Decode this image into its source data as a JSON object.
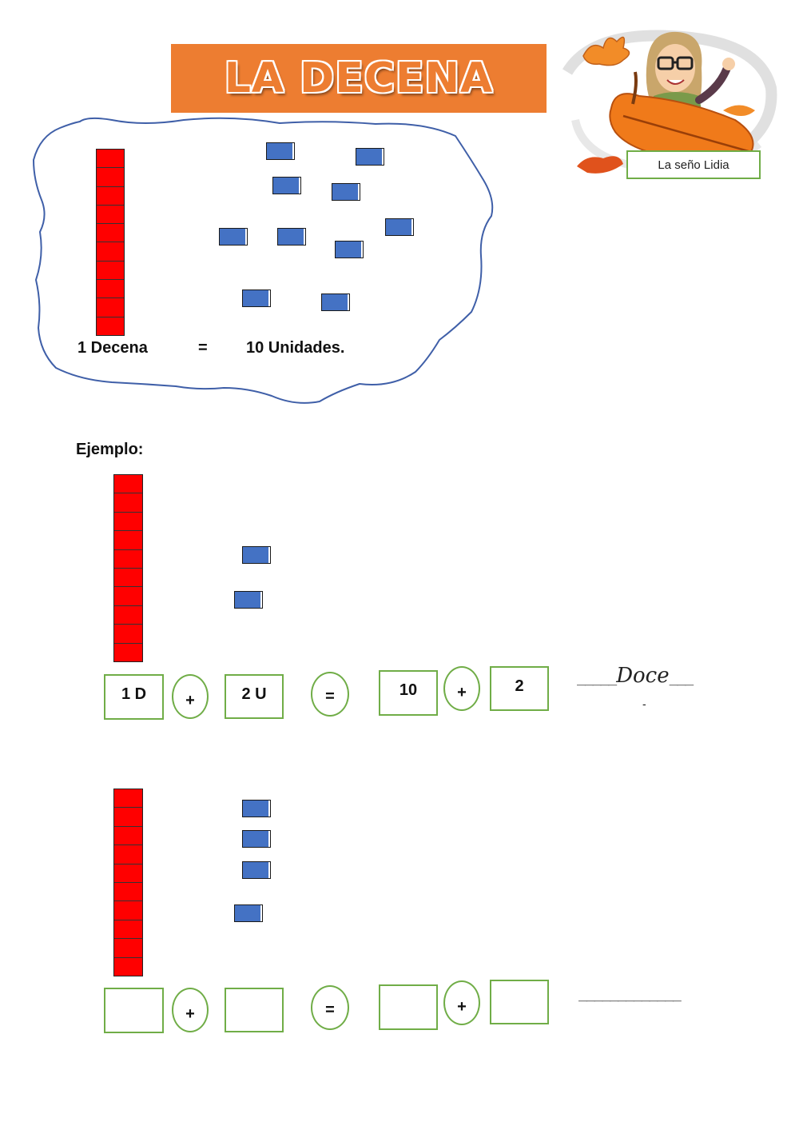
{
  "title": "LA DECENA",
  "signature": "La seño Lidia",
  "intro": {
    "left_label": "1 Decena",
    "equals": "=",
    "right_label": "10 Unidades."
  },
  "example_label": "Ejemplo:",
  "example": {
    "tens_box": "1 D",
    "plus1": "+",
    "units_box": "2 U",
    "equals": "=",
    "value_box": "10",
    "plus2": "+",
    "units_value": "2",
    "answer_prefix": "_____",
    "answer_word": "Doce",
    "answer_suffix": "___",
    "small_mark": "-"
  },
  "exercise": {
    "tens_box": "",
    "plus1": "+",
    "units_box": "",
    "equals": "=",
    "value_box": "",
    "plus2": "+",
    "units_value": "",
    "answer_line": "_____________"
  },
  "colors": {
    "banner": "#ED7D31",
    "ten_bar": "#FF0000",
    "unit_cube": "#4472C4",
    "box_border": "#70AD47"
  }
}
